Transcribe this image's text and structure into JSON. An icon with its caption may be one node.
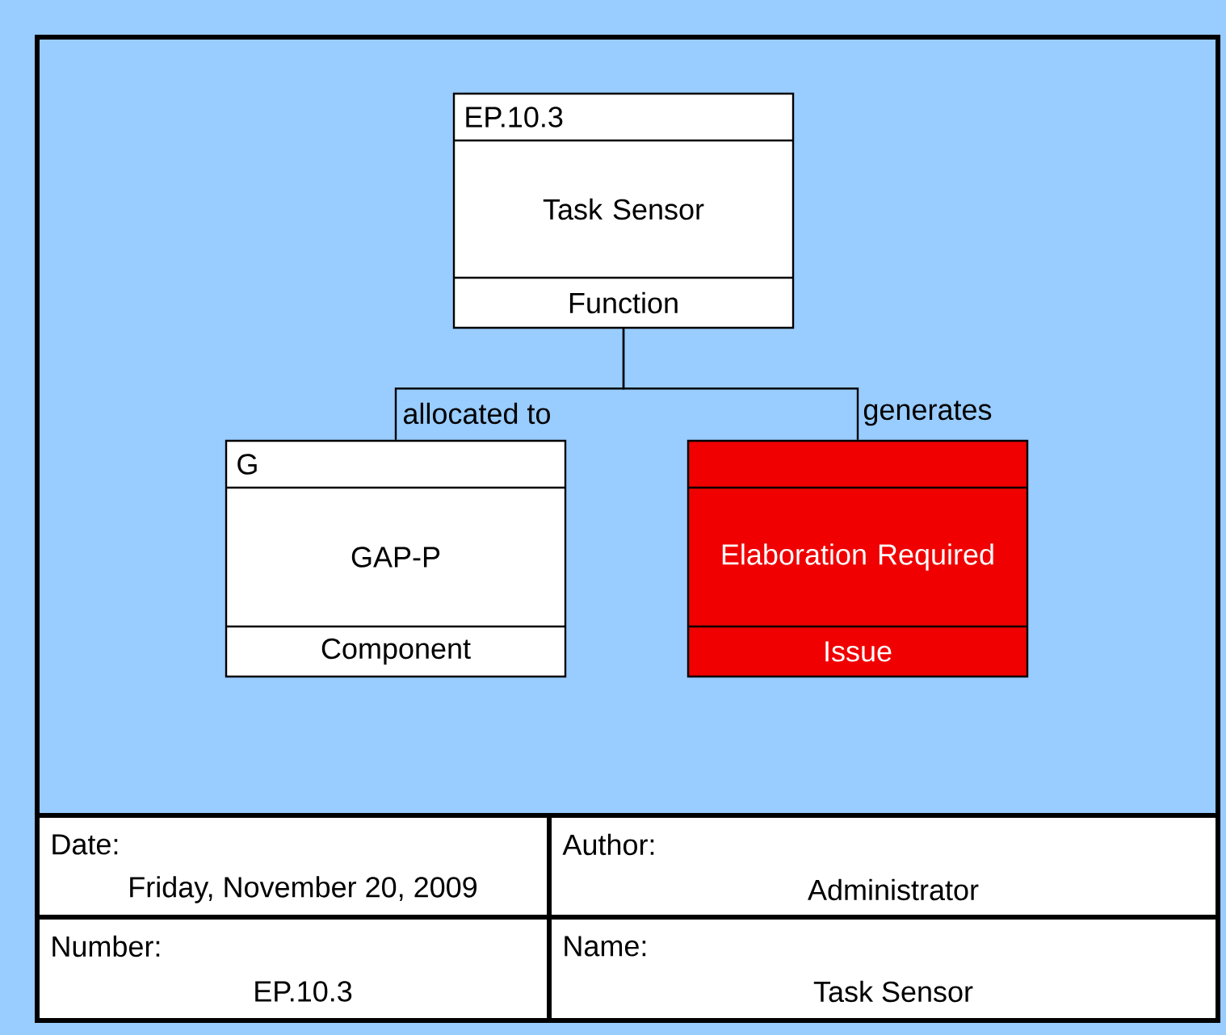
{
  "diagram": {
    "nodes": [
      {
        "text": [
          "EP.10.3",
          "Task Sensor",
          "Function"
        ]
      },
      {
        "text": [
          "G",
          "GAP-P",
          "Component"
        ]
      },
      {
        "text": [
          "Elaboration Required",
          "Issue"
        ]
      }
    ],
    "edges": [
      {
        "from": 0,
        "to": 1,
        "arrow": "none",
        "label": "allocated to"
      },
      {
        "from": 0,
        "to": 2,
        "arrow": "none",
        "label": "generates"
      }
    ],
    "labels": [
      "Date:",
      "Friday, November 20, 2009",
      "Author:",
      "Administrator",
      "Number:",
      "EP.10.3",
      "Name:",
      "Task Sensor"
    ]
  }
}
